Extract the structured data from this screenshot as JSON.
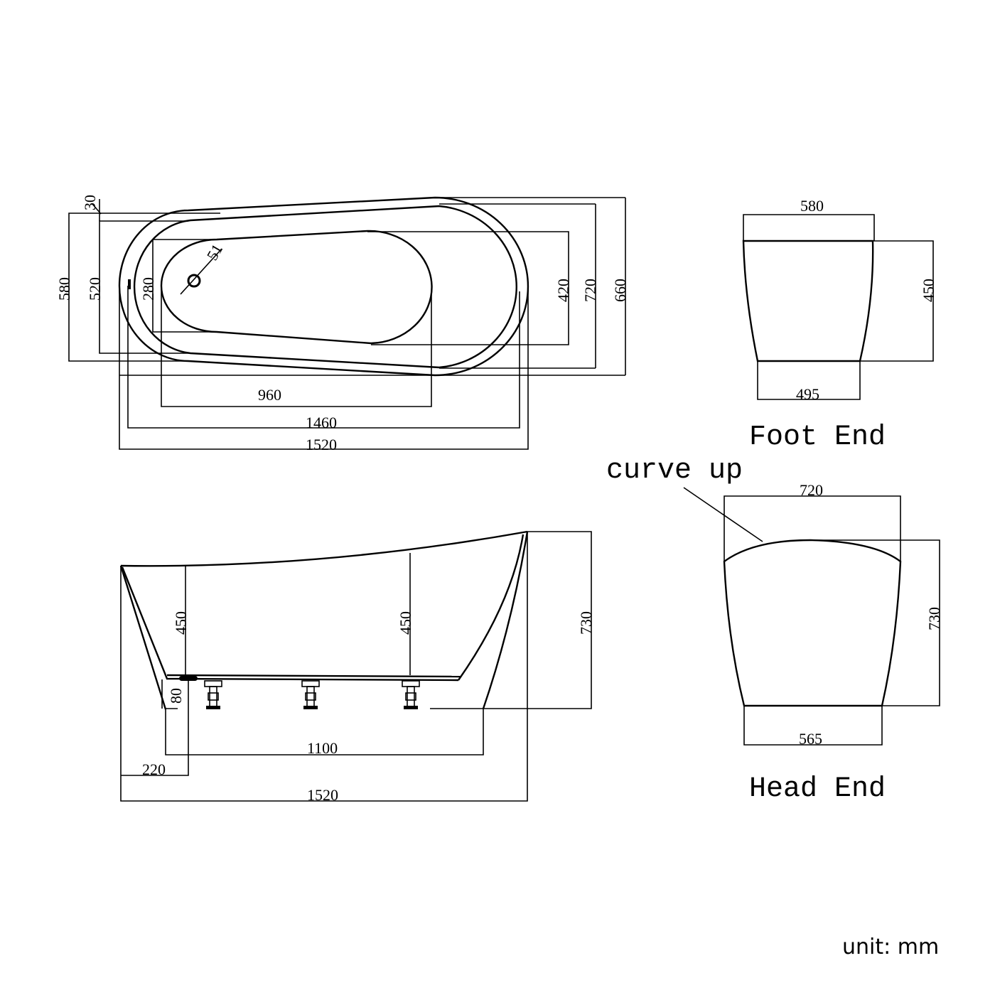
{
  "top_view": {
    "dims": {
      "rim_30": "30",
      "w580": "580",
      "w520": "520",
      "w280": "280",
      "drain": "51",
      "w420": "420",
      "w720": "720",
      "w660": "660",
      "l960": "960",
      "l1460": "1460",
      "l1520": "1520"
    }
  },
  "side_view": {
    "dims": {
      "depth_left": "450",
      "depth_right": "450",
      "height": "730",
      "leg": "80",
      "base": "1100",
      "drain_offset": "220",
      "length": "1520"
    }
  },
  "foot_end": {
    "title": "Foot End",
    "top": "580",
    "bottom": "495",
    "height": "450"
  },
  "head_end": {
    "title": "Head End",
    "annotation": "curve up",
    "top": "720",
    "bottom": "565",
    "height": "730"
  },
  "unit_label": "unit: mm"
}
